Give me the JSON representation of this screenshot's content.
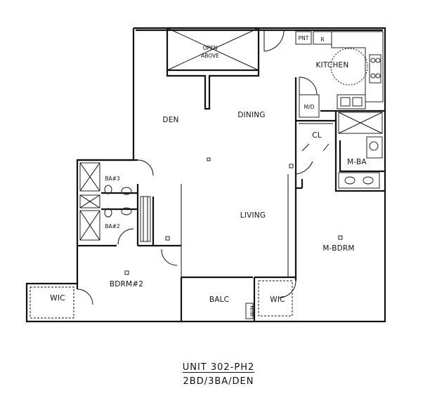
{
  "rooms": {
    "open_above": [
      "OPEN",
      "ABOVE"
    ],
    "pnt": "PNT",
    "fridge": "R",
    "kitchen": "KITCHEN",
    "den": "DEN",
    "dining": "DINING",
    "mw": "M/D",
    "closet": "CL",
    "master_bath": "M-BA",
    "bath3": "BA#3",
    "bath2": "BA#2",
    "living": "LIVING",
    "master_bedroom": "M-BDRM",
    "bedroom2": "BDRM#2",
    "wic_left": "WIC",
    "balcony": "BALC",
    "wic_right": "WIC",
    "wh": "W/H"
  },
  "caption": {
    "unit": "UNIT 302-PH2",
    "type": "2BD/3BA/DEN"
  }
}
